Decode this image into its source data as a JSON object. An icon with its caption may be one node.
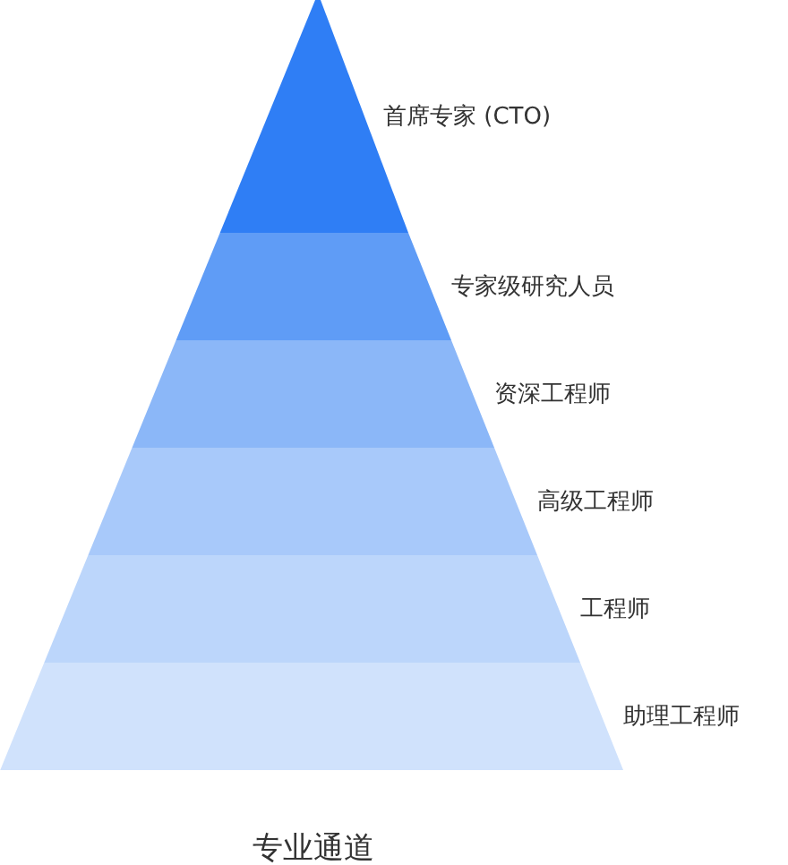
{
  "diagram": {
    "caption": "专业通道",
    "nodes": [
      {
        "text": [
          "首席专家 (CTO)"
        ]
      },
      {
        "text": [
          "专家级研究人员"
        ]
      },
      {
        "text": [
          "资深工程师"
        ]
      },
      {
        "text": [
          "高级工程师"
        ]
      },
      {
        "text": [
          "工程师"
        ]
      },
      {
        "text": [
          "助理工程师"
        ]
      }
    ]
  }
}
